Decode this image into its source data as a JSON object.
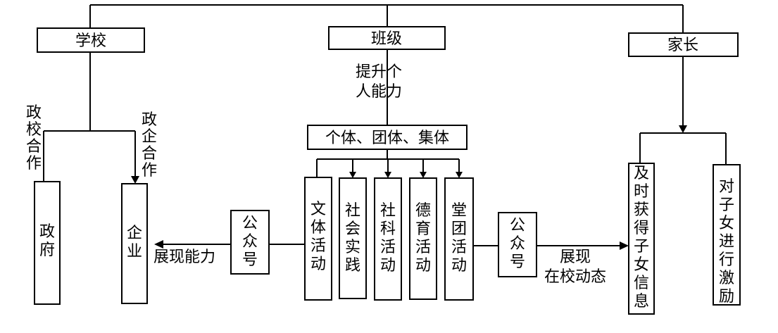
{
  "nodes": {
    "school": "学校",
    "class": "班级",
    "parents": "家长",
    "group": "个体、团体、集体",
    "government": "政府",
    "enterprise": "企业",
    "activities": [
      "文体活动",
      "社会实践",
      "社科活动",
      "德育活动",
      "堂团活动"
    ],
    "timely_info": "及时获得子女信息",
    "motivate": "对子女进行激励",
    "wechat_left": "公众号",
    "wechat_right": "公众号"
  },
  "labels": {
    "improve_ability": [
      "提升个",
      "人能力"
    ],
    "gov_school": "政校合作",
    "ent_school": "政企合作",
    "show_ability": "展现能力",
    "show_dynamics": [
      "展现",
      "在校动态"
    ]
  }
}
